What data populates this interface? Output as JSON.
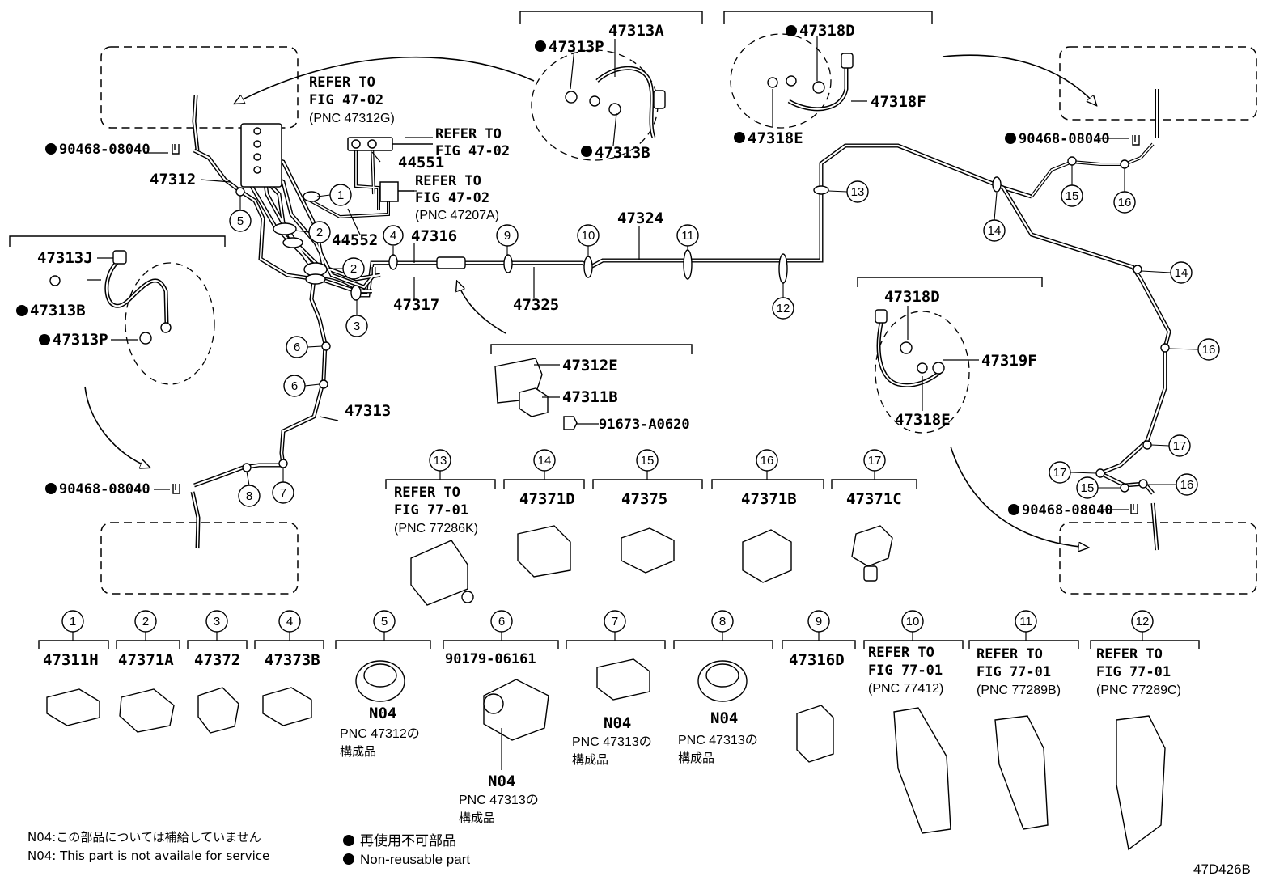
{
  "part_labels": {
    "p47313A": "47313A",
    "p47313P_top": "47313P",
    "p47313B_top": "47313B",
    "p47318D_top": "47318D",
    "p47318F": "47318F",
    "p47318E_top": "47318E",
    "p90468_left_top": "90468-08040",
    "p47312": "47312",
    "p44551": "44551",
    "p44552": "44552",
    "p47313J": "47313J",
    "p47313B_left": "47313B",
    "p47313P_left": "47313P",
    "p47316": "47316",
    "p47317": "47317",
    "p47324": "47324",
    "p47325": "47325",
    "p47313": "47313",
    "p90468_left_bottom": "90468-08040",
    "p47312E": "47312E",
    "p47311B": "47311B",
    "p91673": "91673-A0620",
    "p47318D_right": "47318D",
    "p47319F": "47319F",
    "p47318E_right": "47318E",
    "p90468_right_top": "90468-08040",
    "p90468_right_bottom": "90468-08040",
    "p47371D": "47371D",
    "p47375": "47375",
    "p47371B": "47371B",
    "p47371C": "47371C",
    "p47311H": "47311H",
    "p47371A": "47371A",
    "p47372": "47372",
    "p47373B": "47373B",
    "p90179": "90179-06161",
    "p47316D": "47316D"
  },
  "refer_notes": {
    "r1_l1": "REFER TO",
    "r1_l2": "FIG 47-02",
    "r1_l3": "(PNC 47312G)",
    "r2_l1": "REFER TO",
    "r2_l2": "FIG 47-02",
    "r3_l1": "REFER TO",
    "r3_l2": "FIG 47-02",
    "r3_l3": "(PNC 47207A)",
    "r13_l1": "REFER TO",
    "r13_l2": "FIG 77-01",
    "r13_l3": "(PNC 77286K)",
    "r10_l1": "REFER TO",
    "r10_l2": "FIG 77-01",
    "r10_l3": "(PNC 77412)",
    "r11_l1": "REFER TO",
    "r11_l2": "FIG 77-01",
    "r11_l3": "(PNC 77289B)",
    "r12_l1": "REFER TO",
    "r12_l2": "FIG 77-01",
    "r12_l3": "(PNC 77289C)"
  },
  "callout_numbers": [
    "1",
    "2",
    "3",
    "4",
    "5",
    "6",
    "7",
    "8",
    "9",
    "10",
    "11",
    "12",
    "13",
    "14",
    "15",
    "16",
    "17"
  ],
  "n04": {
    "tag": "N04",
    "pnc_47312": "PNC 47312の",
    "pnc_47313": "PNC 47313の",
    "component": "構成品"
  },
  "legend": {
    "n04_jp": "N04:この部品については補給していません",
    "n04_en": "N04: This part is not availale for service",
    "nonreusable_jp": "再使用不可部品",
    "nonreusable_en": "Non-reusable part"
  },
  "figure_code": "47D426B"
}
